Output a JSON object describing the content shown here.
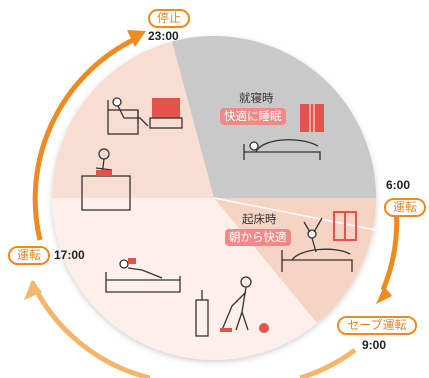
{
  "cycle": {
    "stop_label": "停止",
    "stop_time": "23:00",
    "morning_label": "運転",
    "morning_time": "6:00",
    "save_label": "セーブ運転",
    "save_time": "9:00",
    "evening_label": "運転",
    "evening_time": "17:00"
  },
  "scenes": {
    "bedtime_title": "就寝時",
    "bedtime_tag": "快適に睡眠",
    "wakeup_title": "起床時",
    "wakeup_tag": "朝から快適"
  },
  "colors": {
    "arrow_orange": "#ee8a1f",
    "arrow_light": "#f5b56a",
    "night_gray": "#c9c9ca",
    "evening_peach": "#f8ded2",
    "day_pale": "#fdf0ea",
    "morning_peach": "#f6d4c4",
    "accent_red": "#e3534b"
  },
  "icons": [
    "person-tv-icon",
    "person-cooking-icon",
    "person-sleeping-icon",
    "person-waking-icon",
    "person-sofa-icon",
    "person-vacuum-icon"
  ]
}
